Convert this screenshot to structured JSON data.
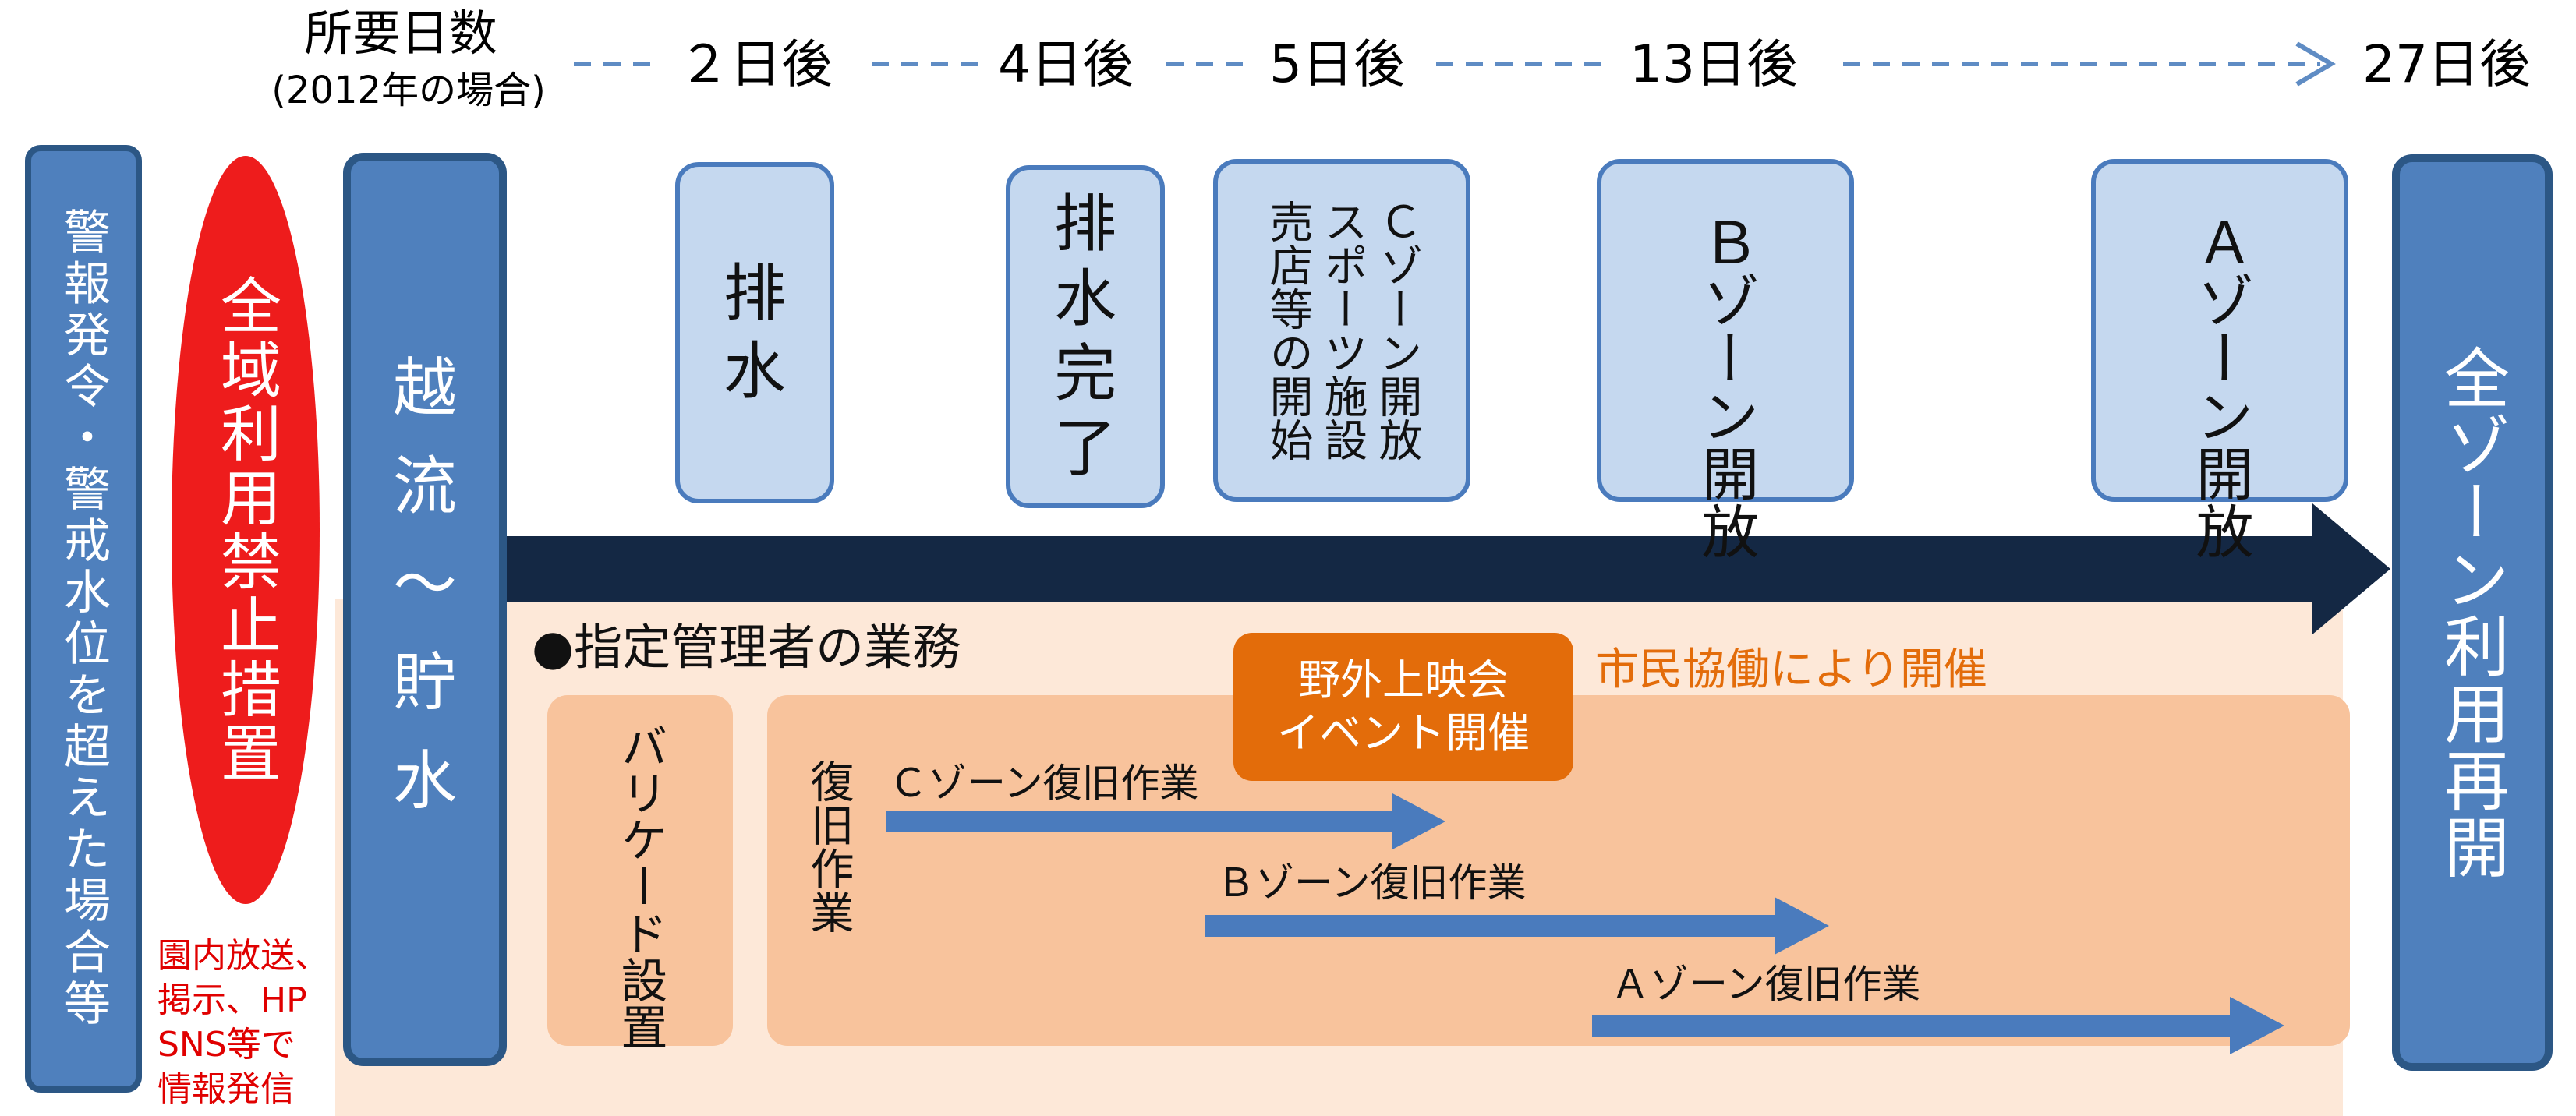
{
  "timeline": {
    "header_line1": "所要日数",
    "header_line2": "(2012年の場合)",
    "marks": [
      "２日後",
      "4日後",
      "5日後",
      "13日後",
      "27日後"
    ]
  },
  "left": {
    "warning": "警報発令・警戒水位を超えた場合等",
    "ban": "全域利用禁止措置",
    "notice_lines": [
      "園内放送、",
      "掲示、HP",
      "SNS等で",
      "情報発信"
    ]
  },
  "overflow": {
    "lines": [
      "越",
      "流",
      "～",
      "貯",
      "水"
    ]
  },
  "stages": {
    "drain": "排\n水",
    "drain_done": "排\n水\n完\n了",
    "c_zone": "Ｃゾーン開放\nスポーツ施設\n売店等の開始",
    "b_zone": "Ｂゾーン開放",
    "a_zone": "Ａゾーン開放"
  },
  "final": "全ゾーン利用再開",
  "manager": {
    "title": "●指定管理者の業務",
    "barricade": "バリケード設置",
    "restore_title": "復旧作業",
    "event_line1": "野外上映会",
    "event_line2": "イベント開催",
    "citizen_note": "市民協働により開催",
    "tasks": [
      "Ｃゾーン復旧作業",
      "Ｂゾーン復旧作業",
      "Ａゾーン復旧作業"
    ]
  },
  "colors": {
    "pillar_fill": "#4f80bd",
    "pillar_border": "#2c5785",
    "stage_fill": "#c5d8ef",
    "ban_red": "#ee1c1c",
    "timeline_dash": "#5f8cc4",
    "main_arrow": "#142844",
    "task_arrow": "#4a7bbd",
    "manager_bg": "#fde8d8",
    "restore_bg": "#f8c39c",
    "event_fill": "#e36c0a",
    "citizen_text": "#e36c0a",
    "notice_red": "#e00000"
  }
}
